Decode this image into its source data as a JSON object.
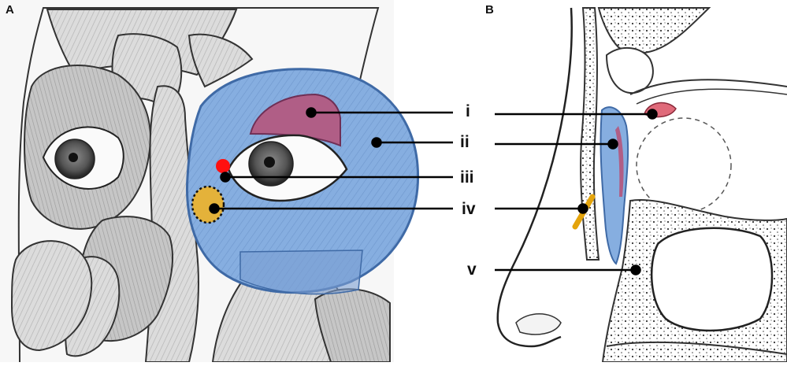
{
  "panels": {
    "a": {
      "letter": "A"
    },
    "b": {
      "letter": "B"
    }
  },
  "labels": {
    "i": "i",
    "ii": "ii",
    "iii": "iii",
    "iv": "iv",
    "v": "v"
  },
  "colors": {
    "orbicularis_blue": "#7fa9dc",
    "orbicularis_outline": "#3f6aa6",
    "pink_region": "#b05e86",
    "red_dot": "#ff1010",
    "yellow_region": "#e4b23a",
    "leader_line": "#000000"
  }
}
